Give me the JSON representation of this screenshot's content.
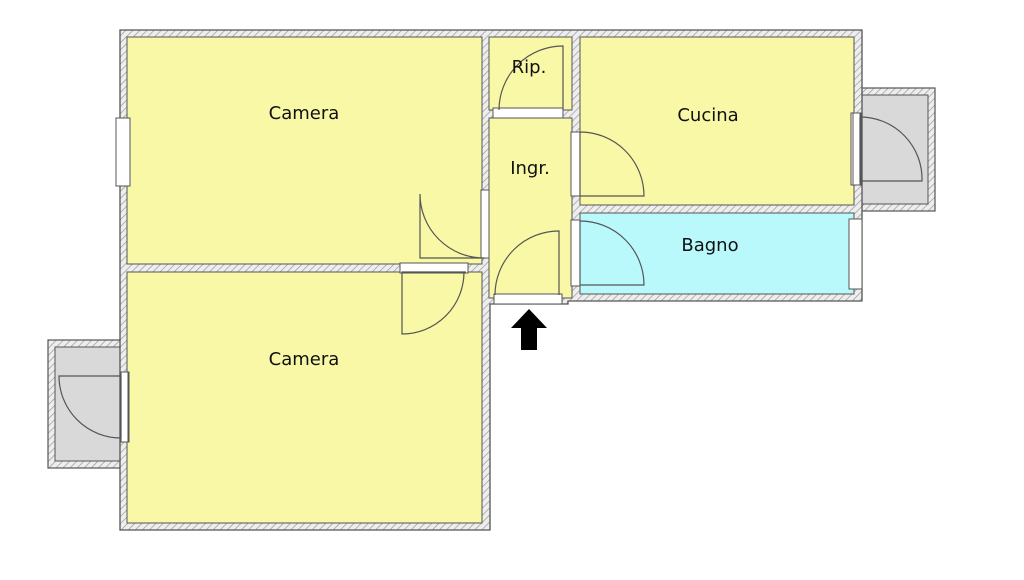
{
  "rooms": {
    "camera_top": "Camera",
    "camera_bottom": "Camera",
    "ripostiglio": "Rip.",
    "ingresso": "Ingr.",
    "cucina": "Cucina",
    "bagno": "Bagno"
  },
  "colors": {
    "room_fill": "#f8f8a6",
    "bath_fill": "#b9f8fb",
    "balcony_fill": "#d9d9d9",
    "wall_fill": "#e6e6e6",
    "wall_stroke": "#555555",
    "entrance_arrow": "#000000"
  },
  "icons": {
    "entrance": "arrow-up-icon"
  }
}
